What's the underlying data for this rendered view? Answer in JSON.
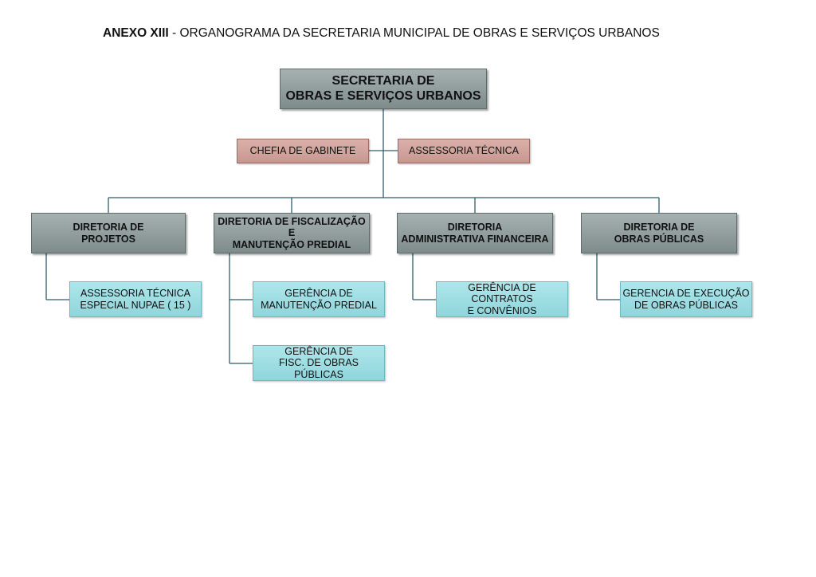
{
  "title": {
    "prefix": "ANEXO XIII",
    "rest": " - ORGANOGRAMA DA SECRETARIA MUNICIPAL DE OBRAS E SERVIÇOS URBANOS"
  },
  "root": {
    "line1": "SECRETARIA DE",
    "line2": "OBRAS E SERVIÇOS URBANOS"
  },
  "staff": {
    "chefia": "CHEFIA DE GABINETE",
    "assessoria": "ASSESSORIA TÉCNICA"
  },
  "diretorias": [
    {
      "line1": "DIRETORIA DE",
      "line2": "PROJETOS",
      "units": [
        {
          "line1": "ASSESSORIA TÉCNICA",
          "line2": "ESPECIAL NUPAE ( 15 )"
        }
      ]
    },
    {
      "line1": "DIRETORIA DE FISCALIZAÇÃO E",
      "line2": "MANUTENÇÃO PREDIAL",
      "units": [
        {
          "line1": "GERÊNCIA DE",
          "line2": "MANUTENÇÃO PREDIAL"
        },
        {
          "line1": "GERÊNCIA DE",
          "line2": "FISC. DE OBRAS PÚBLICAS"
        }
      ]
    },
    {
      "line1": "DIRETORIA",
      "line2": "ADMINISTRATIVA FINANCEIRA",
      "units": [
        {
          "line1": "GERÊNCIA DE CONTRATOS",
          "line2": "E CONVÊNIOS"
        }
      ]
    },
    {
      "line1": "DIRETORIA DE",
      "line2": "OBRAS PÚBLICAS",
      "units": [
        {
          "line1": "GERENCIA DE EXECUÇÃO",
          "line2": "DE OBRAS PÚBLICAS"
        }
      ]
    }
  ]
}
